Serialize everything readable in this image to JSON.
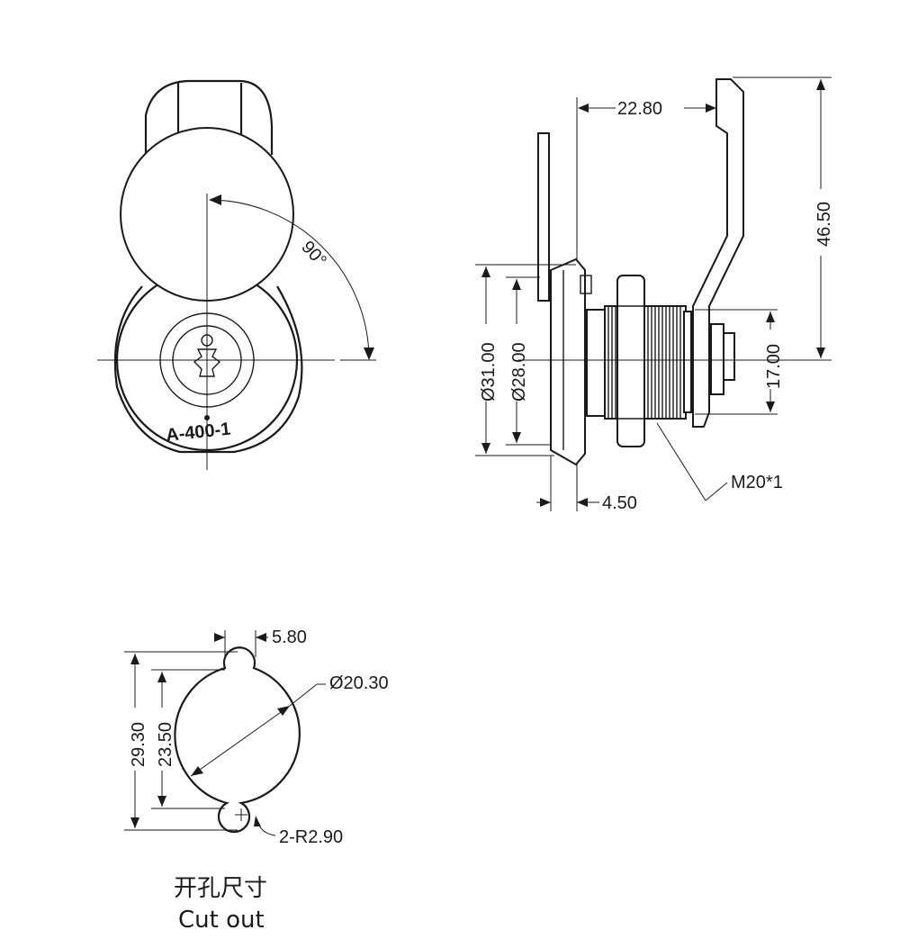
{
  "front_view": {
    "angle_label": "90°",
    "stamp_text": "A-400-1"
  },
  "side_view": {
    "dim_top_width": "22.80",
    "dim_height": "46.50",
    "dim_outer_dia": "Ø31.00",
    "dim_inner_dia": "Ø28.00",
    "dim_cam_height": "17.00",
    "dim_flange": "4.50",
    "thread_label": "M20*1"
  },
  "cutout": {
    "dim_notch": "5.80",
    "dim_diameter": "Ø20.30",
    "dim_total_height": "29.30",
    "dim_flat_height": "23.50",
    "dim_radius": "2-R2.90",
    "caption_cn": "开孔尺寸",
    "caption_en": "Cut out"
  }
}
